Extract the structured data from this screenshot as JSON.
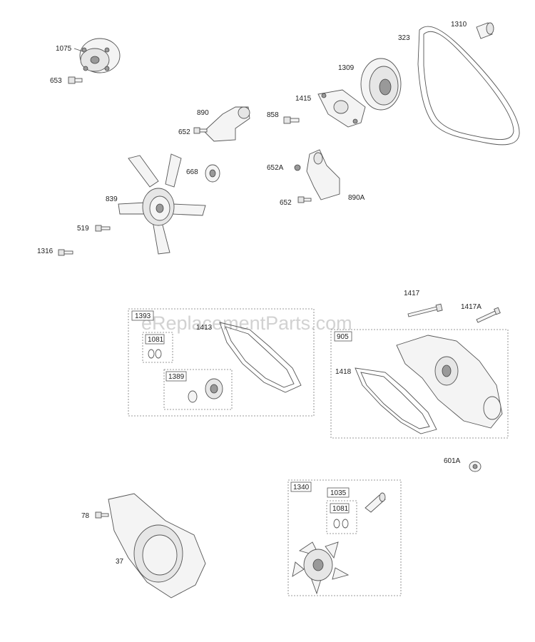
{
  "watermark": "eReplacementParts.com",
  "labels": {
    "p1075": "1075",
    "p653": "653",
    "p1310": "1310",
    "p323": "323",
    "p1309": "1309",
    "p1415": "1415",
    "p890": "890",
    "p858": "858",
    "p652a": "652",
    "p668": "668",
    "p652A": "652A",
    "p839": "839",
    "p652b": "652",
    "p890A": "890A",
    "p519": "519",
    "p1316": "1316",
    "p1417": "1417",
    "p1417A": "1417A",
    "p1393": "1393",
    "p1413": "1413",
    "p1081a": "1081",
    "p1389": "1389",
    "p905": "905",
    "p1418": "1418",
    "p601A": "601A",
    "p78": "78",
    "p37": "37",
    "p1340": "1340",
    "p1035": "1035",
    "p1081b": "1081"
  }
}
